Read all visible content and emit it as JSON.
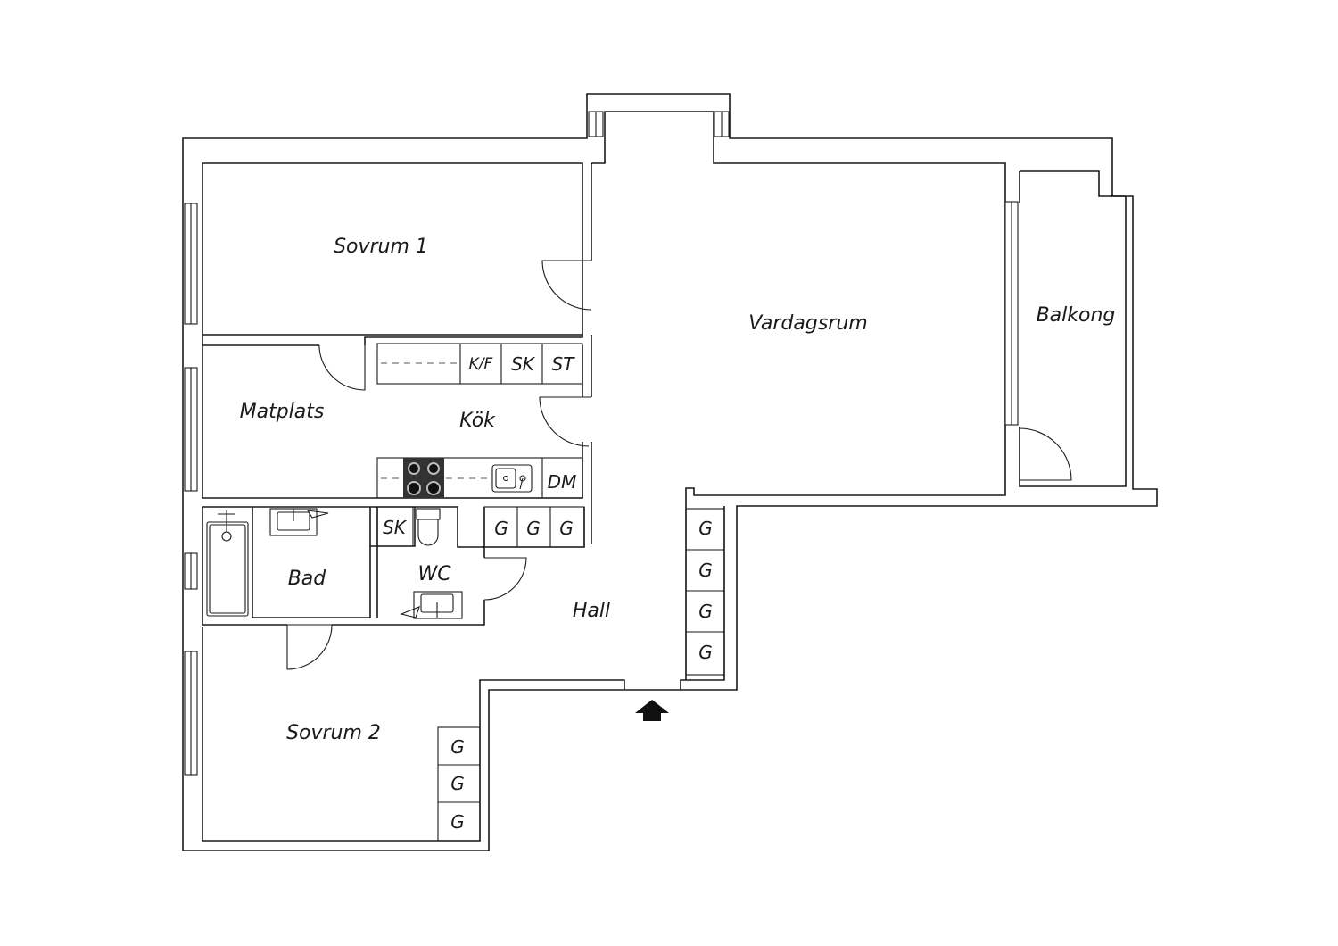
{
  "rooms": {
    "sovrum1": "Sovrum 1",
    "vardagsrum": "Vardagsrum",
    "balkong": "Balkong",
    "matplats": "Matplats",
    "kok": "Kök",
    "bad": "Bad",
    "wc": "WC",
    "hall": "Hall",
    "sovrum2": "Sovrum 2"
  },
  "fixtures": {
    "kf": "K/F",
    "sk": "SK",
    "st": "ST",
    "dm": "DM",
    "g": "G"
  }
}
